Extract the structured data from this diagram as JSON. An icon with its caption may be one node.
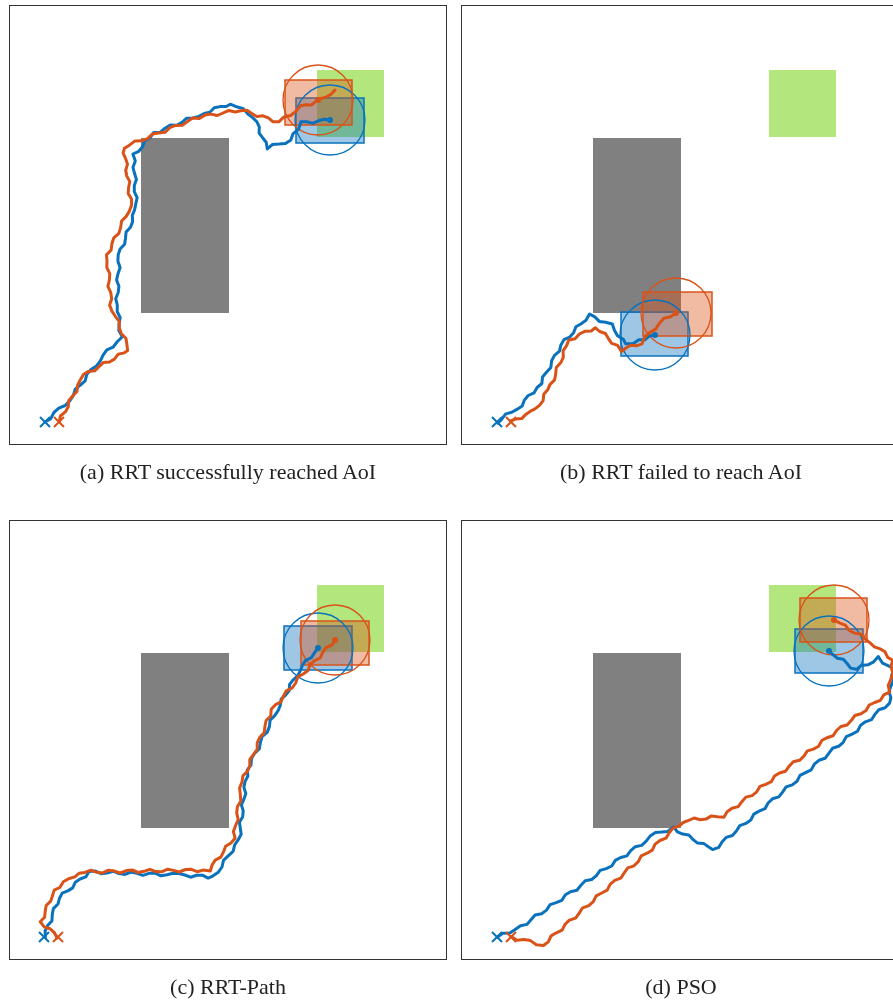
{
  "diagram": {
    "labels": [
      "(a) RRT successfully reached AoI",
      "(b) RRT failed to reach AoI",
      "(c) RRT-Path",
      "(d) PSO"
    ]
  }
}
